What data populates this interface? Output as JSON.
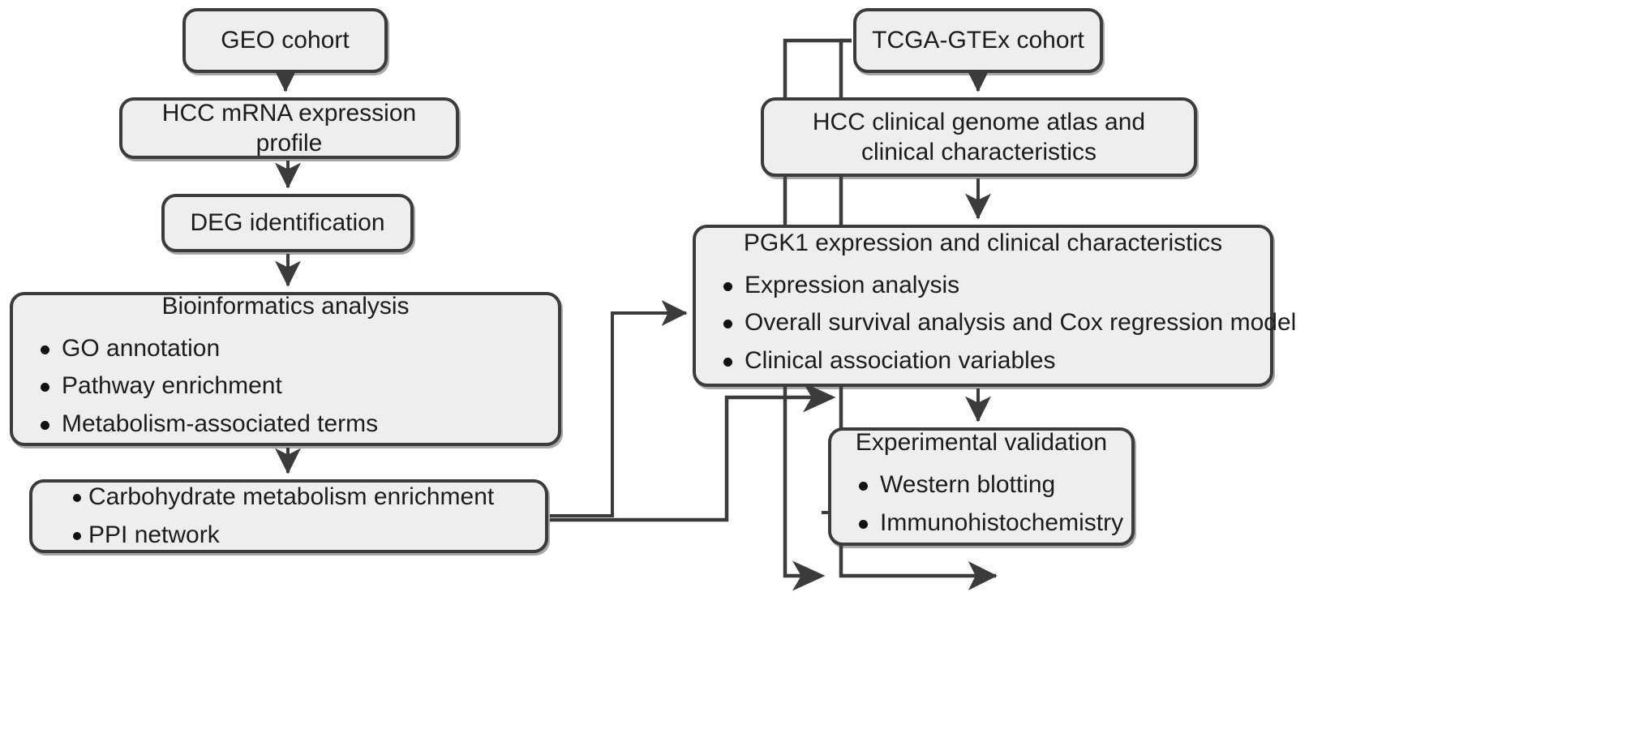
{
  "figure": {
    "type": "flowchart",
    "orientation": "two-column",
    "background_color": "#ffffff",
    "node_fill": "#eeeeee",
    "node_stroke": "#3b3b3b",
    "text_color": "#1c1c1c"
  },
  "nodes": {
    "geo_cohort": {
      "title": "GEO cohort",
      "bullets": []
    },
    "mrna_profile": {
      "title": "HCC mRNA expression profile",
      "bullets": []
    },
    "deg": {
      "title": "DEG identification",
      "bullets": []
    },
    "bioinformatics": {
      "title": "Bioinformatics analysis",
      "bullets": [
        "GO annotation",
        "Pathway enrichment",
        "Metabolism-associated terms"
      ]
    },
    "carbohydrate": {
      "title": "",
      "bullets": [
        "Carbohydrate metabolism enrichment",
        "PPI network"
      ]
    },
    "tcga_cohort": {
      "title": "TCGA-GTEx cohort",
      "bullets": []
    },
    "clinical_atlas": {
      "title": "HCC clinical genome atlas and clinical characteristics",
      "bullets": []
    },
    "pgk1": {
      "title": "PGK1 expression and clinical characteristics",
      "bullets": [
        "Expression analysis",
        "Overall survival analysis and Cox regression model",
        "Clinical association variables"
      ]
    },
    "experimental": {
      "title": "Experimental validation",
      "bullets": [
        "Western blotting",
        "Immunohistochemistry"
      ]
    }
  },
  "edges": [
    {
      "from": "geo_cohort",
      "to": "mrna_profile",
      "style": "arrow-down"
    },
    {
      "from": "mrna_profile",
      "to": "deg",
      "style": "arrow-down"
    },
    {
      "from": "deg",
      "to": "bioinformatics",
      "style": "arrow-down"
    },
    {
      "from": "bioinformatics",
      "to": "carbohydrate",
      "style": "arrow-down"
    },
    {
      "from": "carbohydrate",
      "to": "pgk1",
      "style": "elbow-right-up-arrow"
    },
    {
      "from": "tcga_cohort",
      "to": "clinical_atlas",
      "style": "arrow-down"
    },
    {
      "from": "tcga_cohort",
      "to": "experimental",
      "style": "elbow-left-down-right-arrow"
    },
    {
      "from": "clinical_atlas",
      "to": "pgk1",
      "style": "arrow-down"
    },
    {
      "from": "pgk1",
      "to": "experimental",
      "style": "arrow-down"
    }
  ]
}
